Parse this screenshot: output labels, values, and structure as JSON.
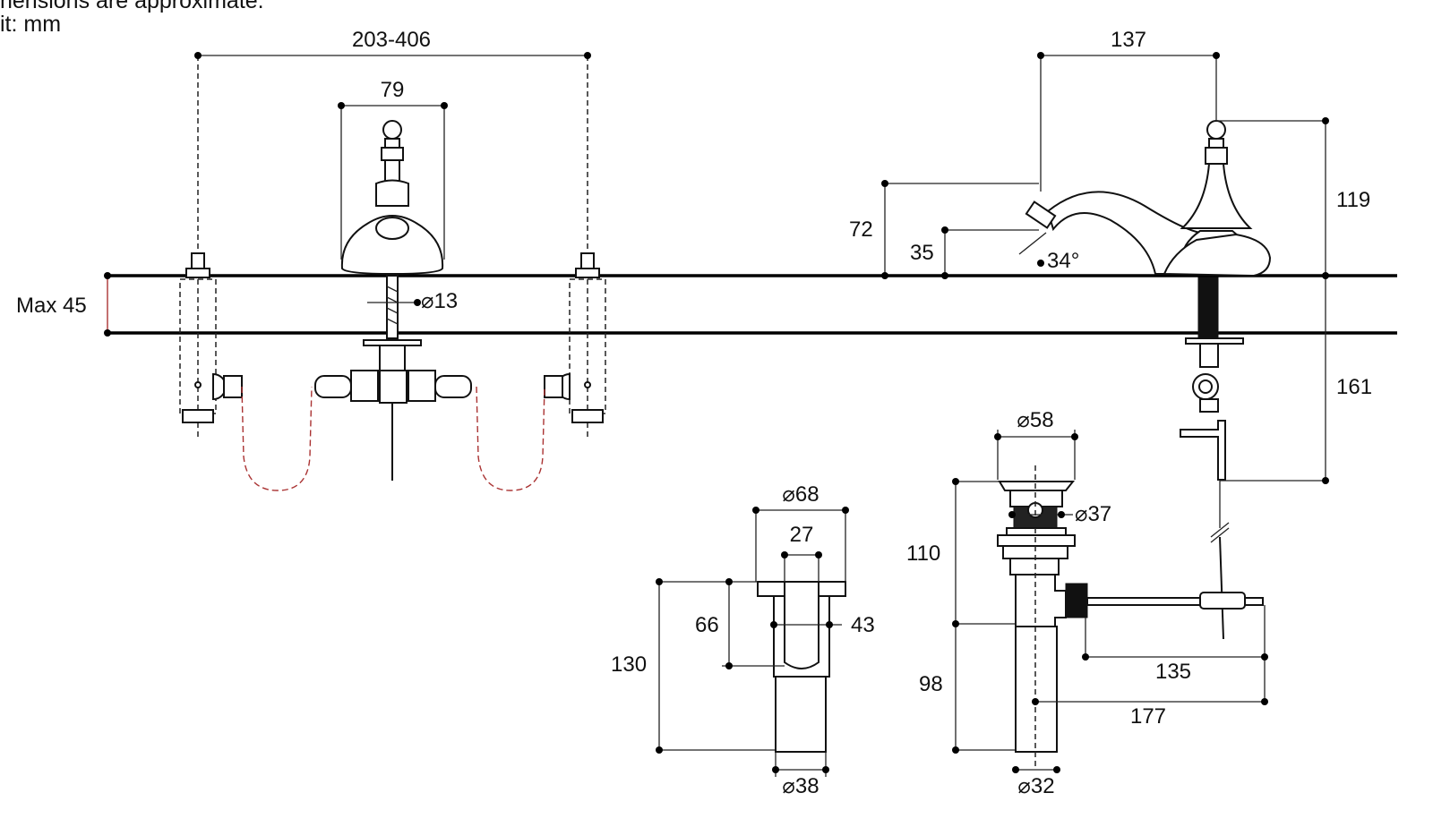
{
  "notes": {
    "line1": "nensions are approximate.",
    "line2": "it: mm"
  },
  "dimensions": {
    "spread": "203-406",
    "handle_width": "79",
    "max_deck": "Max 45",
    "stem_dia": "⌀13",
    "spout_reach": "137",
    "spout_height": "72",
    "outlet_height": "35",
    "spout_angle": "34°",
    "overall_height": "119",
    "below_deck": "161",
    "drain_head_dia": "⌀58",
    "drain_inner_dia": "⌀37",
    "drain_upper_len": "110",
    "drain_lower_len": "98",
    "lift_rod_len": "135",
    "tail_reach": "177",
    "tail_dia": "⌀32",
    "flange_dia": "⌀68",
    "slot_width": "27",
    "flange_height": "130",
    "slot_depth": "66",
    "inner_width": "43",
    "sleeve_dia": "⌀38"
  },
  "colors": {
    "line": "#111111",
    "hose": "#a33333"
  }
}
